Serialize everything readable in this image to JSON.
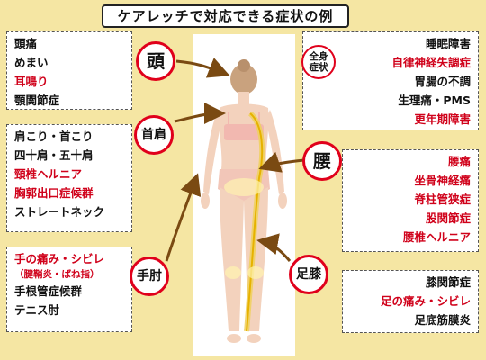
{
  "title": "ケアレッチで対応できる症状の例",
  "regions": {
    "head": {
      "label": "頭",
      "items": [
        {
          "text": "頭痛",
          "red": false
        },
        {
          "text": "めまい",
          "red": false
        },
        {
          "text": "耳鳴り",
          "red": true
        },
        {
          "text": "顎関節症",
          "red": false
        }
      ]
    },
    "neck": {
      "label": "首肩",
      "items": [
        {
          "text": "肩こり・首こり",
          "red": false
        },
        {
          "text": "四十肩・五十肩",
          "red": false
        },
        {
          "text": "頸椎ヘルニア",
          "red": true
        },
        {
          "text": "胸郭出口症候群",
          "red": true
        },
        {
          "text": "ストレートネック",
          "red": false
        }
      ]
    },
    "arm": {
      "label": "手肘",
      "items": [
        {
          "text": "手の痛み・シビレ",
          "red": true
        },
        {
          "text": "（腱鞘炎・ばね指）",
          "red": true
        },
        {
          "text": "手根管症候群",
          "red": false
        },
        {
          "text": "テニス肘",
          "red": false
        }
      ]
    },
    "whole": {
      "label": "全身\n症状",
      "items": [
        {
          "text": "睡眠障害",
          "red": false
        },
        {
          "text": "自律神経失調症",
          "red": true
        },
        {
          "text": "胃腸の不調",
          "red": false
        },
        {
          "text": "生理痛・PMS",
          "red": false
        },
        {
          "text": "更年期障害",
          "red": true
        }
      ]
    },
    "waist": {
      "label": "腰",
      "items": [
        {
          "text": "腰痛",
          "red": true
        },
        {
          "text": "坐骨神経痛",
          "red": true
        },
        {
          "text": "脊柱管狭症",
          "red": true
        },
        {
          "text": "股関節症",
          "red": true
        },
        {
          "text": "腰椎ヘルニア",
          "red": true
        }
      ]
    },
    "leg": {
      "label": "足膝",
      "items": [
        {
          "text": "膝関節症",
          "red": false
        },
        {
          "text": "足の痛み・シビレ",
          "red": true
        },
        {
          "text": "足底筋膜炎",
          "red": false
        }
      ]
    }
  },
  "colors": {
    "accent": "#d0021b",
    "background": "#f5e6a3",
    "arrow": "#7a4a12",
    "skin": "#f3d2bd",
    "bra": "#f2b8b0"
  }
}
